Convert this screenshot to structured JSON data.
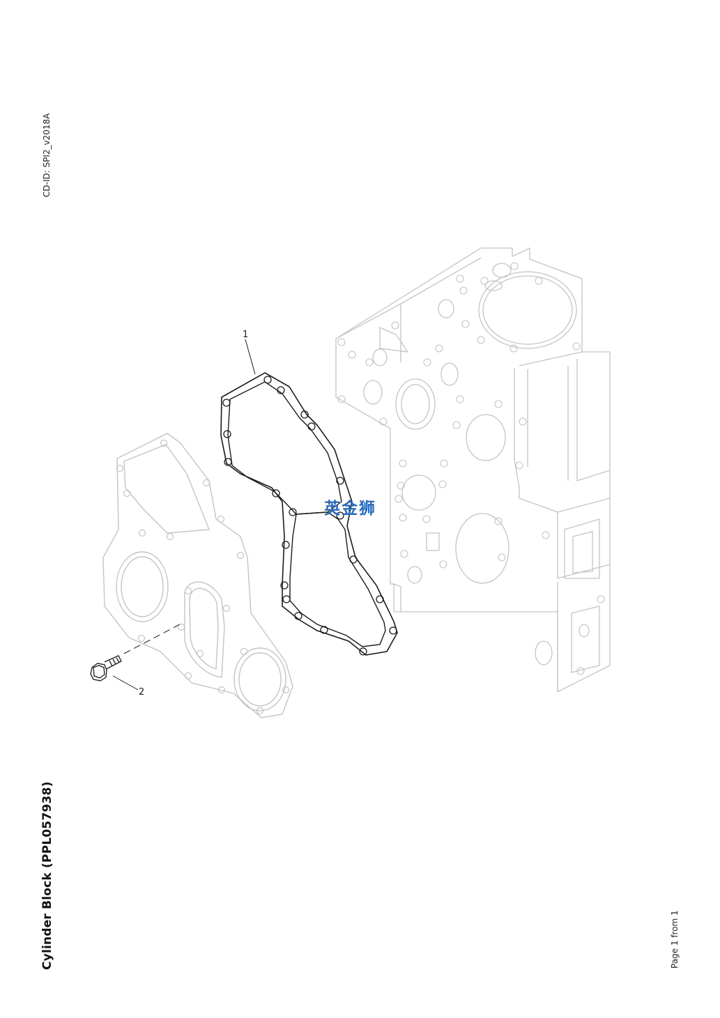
{
  "header": {
    "cd_id": "CD-ID: SPI2_v2018A"
  },
  "title": "Cylinder Block (PPL057938)",
  "footer": {
    "page": "Page 1 from 1"
  },
  "callouts": {
    "item1": "1",
    "item2": "2"
  },
  "watermark": "英金狮",
  "colors": {
    "line": "#1a1a1a",
    "ghost": "#c4c4c4",
    "watermark": "#2a6ab8"
  }
}
